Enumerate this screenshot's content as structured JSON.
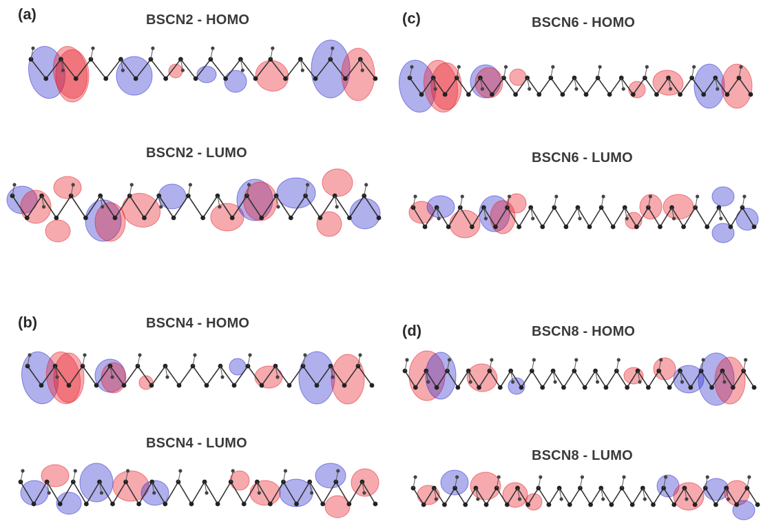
{
  "panels": {
    "a": {
      "label": "(a)",
      "homo": "BSCN2 - HOMO",
      "lumo": "BSCN2 - LUMO"
    },
    "b": {
      "label": "(b)",
      "homo": "BSCN4 - HOMO",
      "lumo": "BSCN4 - LUMO"
    },
    "c": {
      "label": "(c)",
      "homo": "BSCN6 - HOMO",
      "lumo": "BSCN6 - LUMO"
    },
    "d": {
      "label": "(d)",
      "homo": "BSCN8 - HOMO",
      "lumo": "BSCN8 - LUMO"
    }
  },
  "colors": {
    "positive_lobe": "#e8202a",
    "negative_lobe": "#2f2fd0",
    "bond": "#333333",
    "atom": "#222222"
  }
}
